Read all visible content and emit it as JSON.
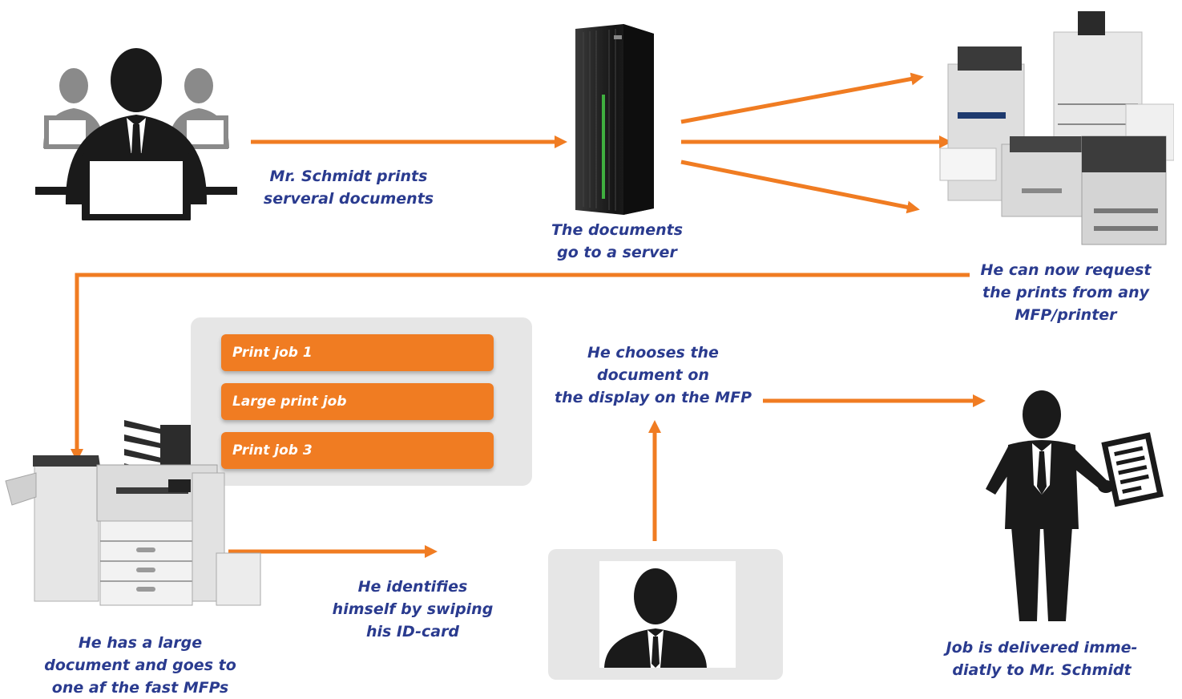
{
  "captions": {
    "prints": "Mr. Schmidt prints\nserveral documents",
    "server": "The documents\ngo to a server",
    "request": "He can now request\nthe prints from any\nMFP/printer",
    "large_doc": "He has a large\ndocument and goes to\none af the fast MFPs",
    "identify": "He identifies\nhimself by swiping\nhis ID-card",
    "choose": "He chooses the\ndocument on\nthe display on the MFP",
    "delivered": "Job is delivered imme-\ndiatly to Mr. Schmidt"
  },
  "print_jobs": [
    {
      "label": "Print job 1"
    },
    {
      "label": "Large print job"
    },
    {
      "label": "Print job 3"
    }
  ],
  "colors": {
    "arrow": "#f07c22",
    "caption": "#2a3b8f",
    "panel": "#e6e6e6",
    "silhouette": "#1a1a1a",
    "coworker": "#8a8a8a"
  },
  "icons": [
    "office-workers-icon",
    "server-icon",
    "printer-group-icon",
    "mfp-printer-icon",
    "user-portrait-icon",
    "businessman-document-icon"
  ]
}
